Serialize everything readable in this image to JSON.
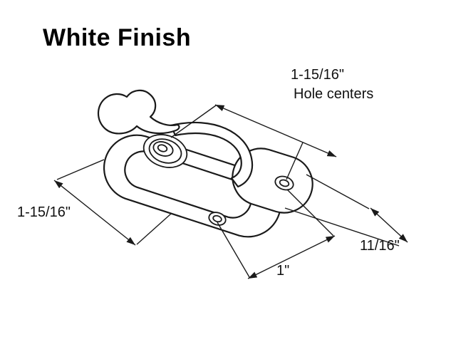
{
  "page": {
    "background": "#ffffff",
    "line_color": "#1a1a1a"
  },
  "title": "White Finish",
  "drawing": {
    "illustration": "window-sash-lock-with-keeper-line-drawing"
  },
  "dimensions": {
    "hole_centers_value": "1-15/16\"",
    "hole_centers_label": "Hole centers",
    "base_length_value": "1-15/16\"",
    "hole_spacing_value": "1\"",
    "keeper_width_value": "11/16\""
  }
}
